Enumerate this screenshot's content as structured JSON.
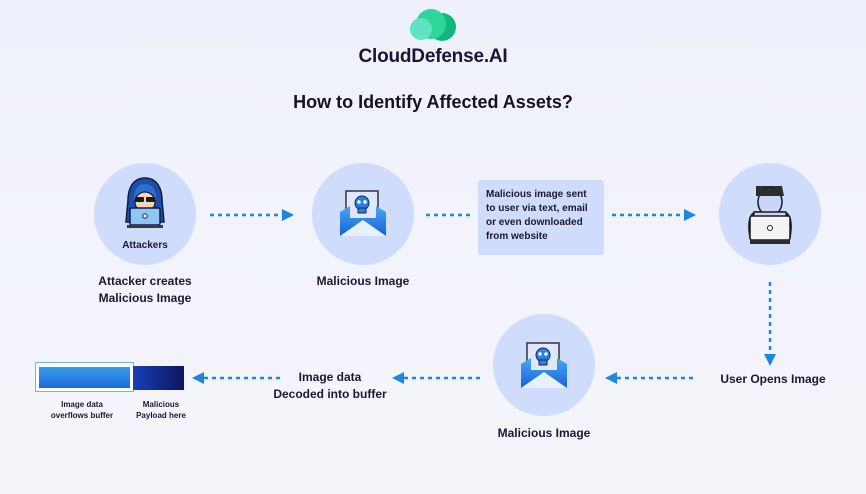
{
  "header": {
    "brand": "CloudDefense.AI",
    "title": "How to Identify Affected Assets?"
  },
  "colors": {
    "circle": "#cfdcfb",
    "arrow": "#1e86e0",
    "logo_light": "#5fe3c0",
    "logo_mid": "#2fd69a",
    "logo_dark": "#13b77e",
    "text": "#1d1733"
  },
  "steps": [
    {
      "icon": "hacker-icon",
      "badge": "Attackers",
      "label_line1": "Attacker creates",
      "label_line2": "Malicious Image"
    },
    {
      "icon": "malicious-envelope-icon",
      "label": "Malicious Image"
    },
    {
      "info_lines": [
        "Malicious image sent",
        "to user via text, email",
        "or even downloaded",
        "from website"
      ]
    },
    {
      "icon": "user-laptop-icon",
      "label": "User Opens Image"
    },
    {
      "icon": "malicious-envelope-icon",
      "label": "Malicious Image"
    },
    {
      "label_line1": "Image data",
      "label_line2": "Decoded into buffer"
    }
  ],
  "buffer": {
    "overflow_line1": "Image data",
    "overflow_line2": "overflows buffer",
    "payload_line1": "Malicious",
    "payload_line2": "Payload here"
  }
}
